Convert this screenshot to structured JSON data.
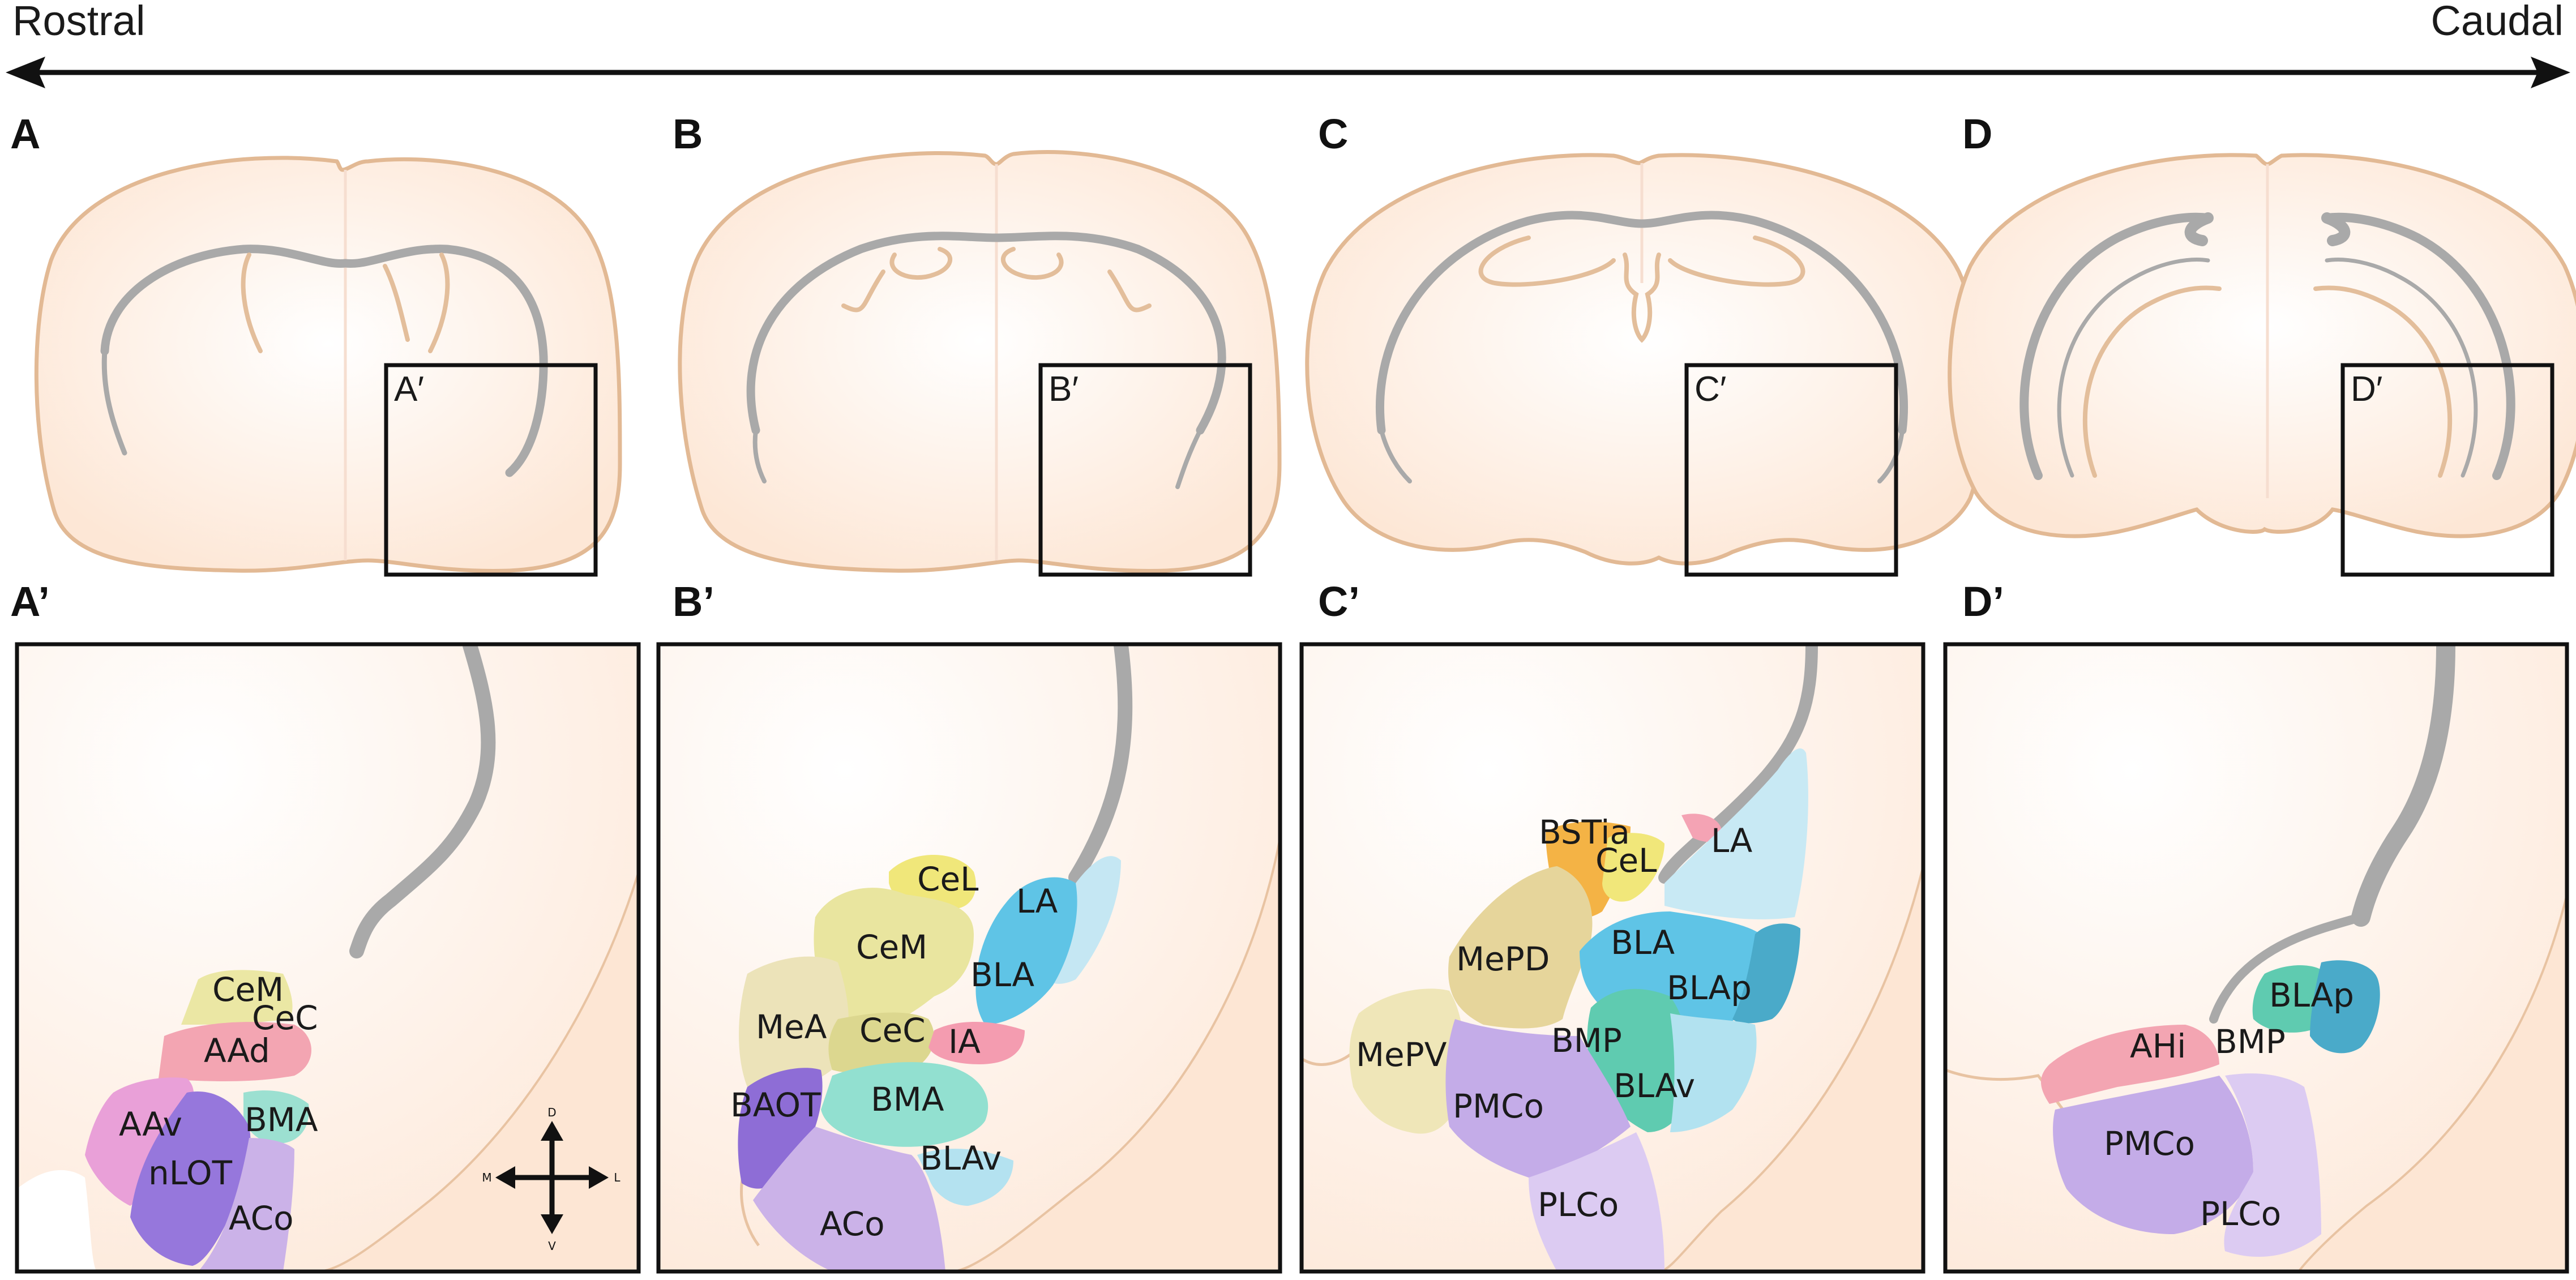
{
  "axis": {
    "left": "Rostral",
    "right": "Caudal"
  },
  "colors": {
    "brain_fill": "#fdeee3",
    "brain_stroke": "#e2b994",
    "white_matter": "#a9a9a9",
    "arrow": "#111111"
  },
  "panels": [
    {
      "letter": "A",
      "box_label": "A′"
    },
    {
      "letter": "B",
      "box_label": "B′"
    },
    {
      "letter": "C",
      "box_label": "C′"
    },
    {
      "letter": "D",
      "box_label": "D′"
    }
  ],
  "zoom_panels": [
    {
      "letter": "A’",
      "regions": [
        {
          "label": "CeM",
          "color": "#ebe7a4"
        },
        {
          "label": "CeC",
          "color": "#ebe7a4"
        },
        {
          "label": "AAd",
          "color": "#f3a5b2"
        },
        {
          "label": "AAv",
          "color": "#e9a0d8"
        },
        {
          "label": "BMA",
          "color": "#9ce0d1"
        },
        {
          "label": "nLOT",
          "color": "#9677dc"
        },
        {
          "label": "ACo",
          "color": "#cbb2e8"
        }
      ]
    },
    {
      "letter": "B’",
      "regions": [
        {
          "label": "CeL",
          "color": "#f0e77a"
        },
        {
          "label": "CeM",
          "color": "#e9e59f"
        },
        {
          "label": "LA",
          "color": "#c5e7f3"
        },
        {
          "label": "BLA",
          "color": "#5fc4e6"
        },
        {
          "label": "MeA",
          "color": "#ece3b9"
        },
        {
          "label": "CeC",
          "color": "#dcd78f"
        },
        {
          "label": "IA",
          "color": "#f49cb0"
        },
        {
          "label": "BAOT",
          "color": "#8e6dd6"
        },
        {
          "label": "BMA",
          "color": "#92e0d0"
        },
        {
          "label": "BLAv",
          "color": "#b4e2f0"
        },
        {
          "label": "ACo",
          "color": "#cbb2e8"
        }
      ]
    },
    {
      "letter": "C’",
      "regions": [
        {
          "label": "BSTia",
          "color": "#f4b345"
        },
        {
          "label": "CeL",
          "color": "#f1e77a"
        },
        {
          "label": "LA",
          "color": "#c8e9f4"
        },
        {
          "label": "MePD",
          "color": "#e6d59b"
        },
        {
          "label": "BLA",
          "color": "#5fc4e6"
        },
        {
          "label": "BLAp",
          "color": "#4aaac9"
        },
        {
          "label": "MePV",
          "color": "#efe6b8"
        },
        {
          "label": "BMP",
          "color": "#5fcbb0"
        },
        {
          "label": "PMCo",
          "color": "#c4ace8"
        },
        {
          "label": "BLAv",
          "color": "#b2e2f0"
        },
        {
          "label": "PLCo",
          "color": "#dccbf2"
        }
      ]
    },
    {
      "letter": "D’",
      "regions": [
        {
          "label": "BLAp",
          "color": "#4aaac9"
        },
        {
          "label": "AHi",
          "color": "#f3a5b2"
        },
        {
          "label": "BMP",
          "color": "#5fcbb0"
        },
        {
          "label": "PMCo",
          "color": "#c4ace8"
        },
        {
          "label": "PLCo",
          "color": "#dccbf2"
        }
      ]
    }
  ],
  "compass": {
    "up": "D",
    "down": "V",
    "left": "M",
    "right": "L"
  }
}
